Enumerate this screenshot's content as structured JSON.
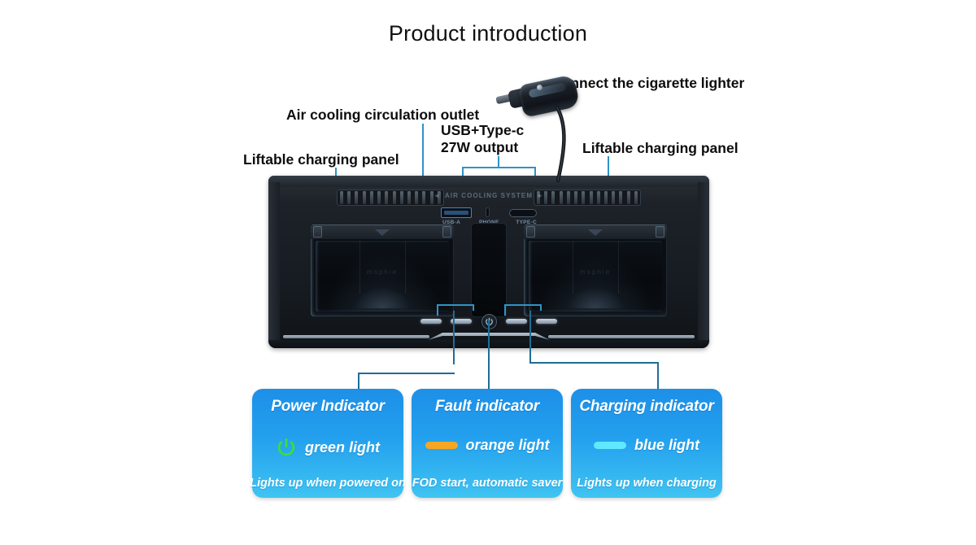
{
  "page": {
    "title": "Product introduction"
  },
  "callouts": [
    {
      "id": "liftable-left",
      "text": "Liftable charging panel"
    },
    {
      "id": "air-cooling",
      "text": "Air cooling circulation outlet"
    },
    {
      "id": "usb-typec-1",
      "text": "USB+Type-c"
    },
    {
      "id": "usb-typec-2",
      "text": "27W output"
    },
    {
      "id": "cigarette",
      "text": "Connect the cigarette lighter"
    },
    {
      "id": "liftable-right",
      "text": "Liftable charging panel"
    }
  ],
  "device": {
    "engraved_label": "AIR COOLING SYSTEM",
    "arrow_left": "◄",
    "arrow_right": "►",
    "ports": [
      {
        "name": "usb-a-port",
        "label": "USB-A"
      },
      {
        "name": "mic-hole",
        "label": "PHONE"
      },
      {
        "name": "type-c-port",
        "label": "TYPE-C"
      }
    ],
    "bay_brand": "mophie",
    "vent_slat_count": 14,
    "led_count": 4,
    "power_button": "power-icon"
  },
  "plug": {
    "name": "cigarette-lighter-plug"
  },
  "cards": [
    {
      "id": "power-indicator",
      "title": "Power Indicator",
      "icon": "power-icon",
      "light_text": "green light",
      "light_color": "#3ddc3d",
      "footer": "Lights up when powered on"
    },
    {
      "id": "fault-indicator",
      "title": "Fault indicator",
      "icon": "bar-swatch",
      "light_text": "orange light",
      "light_color": "#f5a623",
      "footer": "FOD start, automatic saver"
    },
    {
      "id": "charging-indicator",
      "title": "Charging indicator",
      "icon": "bar-swatch",
      "light_text": "blue light",
      "light_color": "#5fe8ff",
      "footer": "Lights up when charging"
    }
  ],
  "colors": {
    "leader_line": "#2f93c8",
    "card_top": "#1d8fe8",
    "card_bottom": "#3fc4f2",
    "title_text": "#111111"
  }
}
